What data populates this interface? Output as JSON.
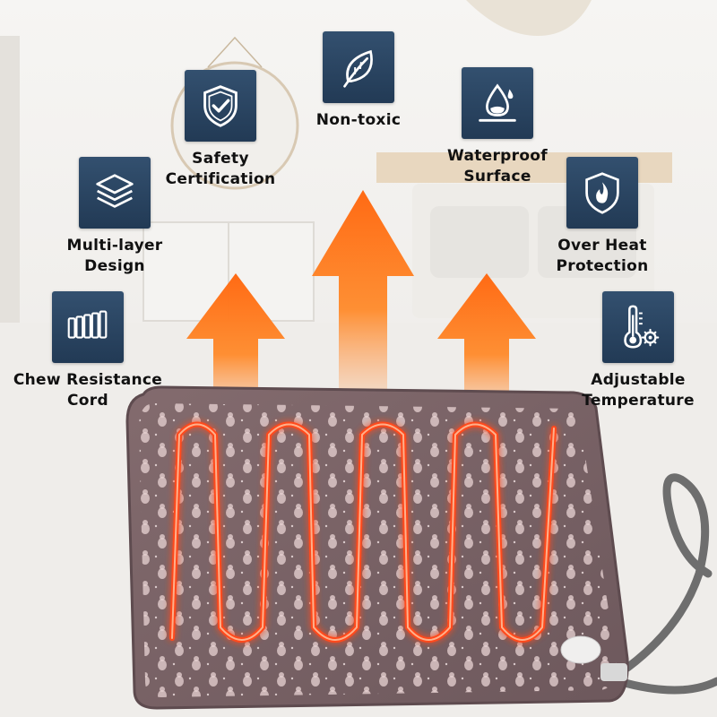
{
  "features": [
    {
      "id": "safety-certification",
      "icon": "shield-check-icon",
      "lines": [
        "Safety",
        "Certification"
      ]
    },
    {
      "id": "non-toxic",
      "icon": "leaf-icon",
      "lines": [
        "Non-toxic"
      ]
    },
    {
      "id": "waterproof-surface",
      "icon": "water-drop-icon",
      "lines": [
        "Waterproof",
        "Surface"
      ]
    },
    {
      "id": "multi-layer-design",
      "icon": "layers-icon",
      "lines": [
        "Multi-layer",
        "Design"
      ]
    },
    {
      "id": "over-heat-protection",
      "icon": "flame-shield-icon",
      "lines": [
        "Over Heat",
        "Protection"
      ]
    },
    {
      "id": "chew-resistance-cord",
      "icon": "cord-segments-icon",
      "lines": [
        "Chew Resistance",
        "Cord"
      ]
    },
    {
      "id": "adjustable-temperature",
      "icon": "thermometer-gear-icon",
      "lines": [
        "Adjustable",
        "Temperature"
      ]
    }
  ],
  "colors": {
    "tile": "#2a4563",
    "arrow_top": "#ff8a2a",
    "arrow_bottom": "#ff5a10",
    "mat": "#7a6467",
    "coil": "#ff4a1c",
    "cord": "#6e6e6e"
  }
}
